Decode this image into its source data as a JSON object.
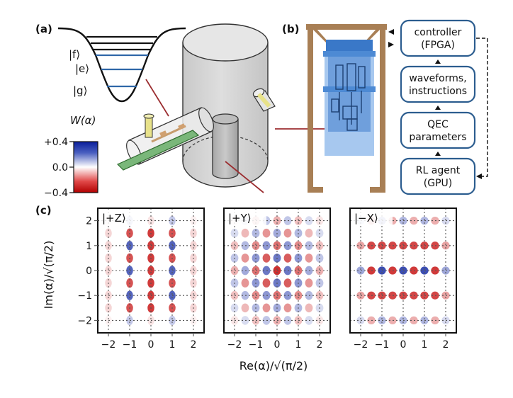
{
  "panel_labels": {
    "a": "(a)",
    "b": "(b)",
    "c": "(c)"
  },
  "energy_levels": [
    "|f⟩",
    "|e⟩",
    "|g⟩"
  ],
  "colorbar": {
    "title": "W(α)",
    "ticks": [
      "+0.4",
      "0.0",
      "−0.4"
    ],
    "colors": {
      "max": "#0a1e9c",
      "mid": "#ffffff",
      "min": "#c00000"
    }
  },
  "flowchart": {
    "boxes": [
      {
        "line1": "controller",
        "line2": "(FPGA)"
      },
      {
        "line1": "waveforms,",
        "line2": "instructions"
      },
      {
        "line1": "QEC",
        "line2": "parameters"
      },
      {
        "line1": "RL agent",
        "line2": "(GPU)"
      }
    ],
    "box_color": "#2c5d8f"
  },
  "fridge_colors": {
    "frame": "#a87f55",
    "shield": "#5a9ad6",
    "shield_light": "#a7c8ef"
  },
  "wigner_panels": [
    {
      "state": "|+Z⟩"
    },
    {
      "state": "|+Y⟩"
    },
    {
      "state": "|−X⟩"
    }
  ],
  "chart_data": {
    "type": "heatmap",
    "xlabel": "Re(α)/√(π/2)",
    "ylabel": "Im(α)/√(π/2)",
    "xlim": [
      -2.5,
      2.5
    ],
    "ylim": [
      -2.5,
      2.5
    ],
    "x_ticks": [
      "−2",
      "−1",
      "0",
      "1",
      "2"
    ],
    "y_ticks": [
      "2",
      "1",
      "0",
      "−1",
      "−2"
    ],
    "color_range": [
      -0.4,
      0.4
    ],
    "panels": [
      {
        "state": "|+Z⟩"
      },
      {
        "state": "|+Y⟩"
      },
      {
        "state": "|−X⟩"
      }
    ]
  }
}
